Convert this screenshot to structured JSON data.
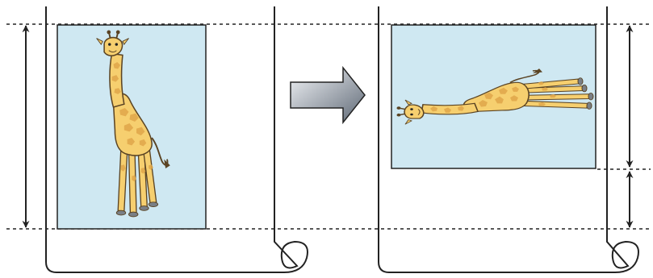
{
  "diagram": {
    "colors": {
      "outline": "#222222",
      "paper": "#ffffff",
      "image_bg": "#cfe8f2",
      "giraffe_body": "#f6cf6f",
      "giraffe_spots": "#e0a74a",
      "giraffe_outline": "#5a4323",
      "hooves": "#7a7f86",
      "arrow_light": "#f4f6f9",
      "arrow_dark": "#5e6875"
    },
    "left_panel": {
      "image_orientation": "portrait",
      "indicator": "length-arrow"
    },
    "transition": {
      "icon": "right-arrow-icon"
    },
    "right_panel": {
      "image_orientation": "rotated-landscape",
      "indicator": "shortened-length-arrows"
    }
  }
}
